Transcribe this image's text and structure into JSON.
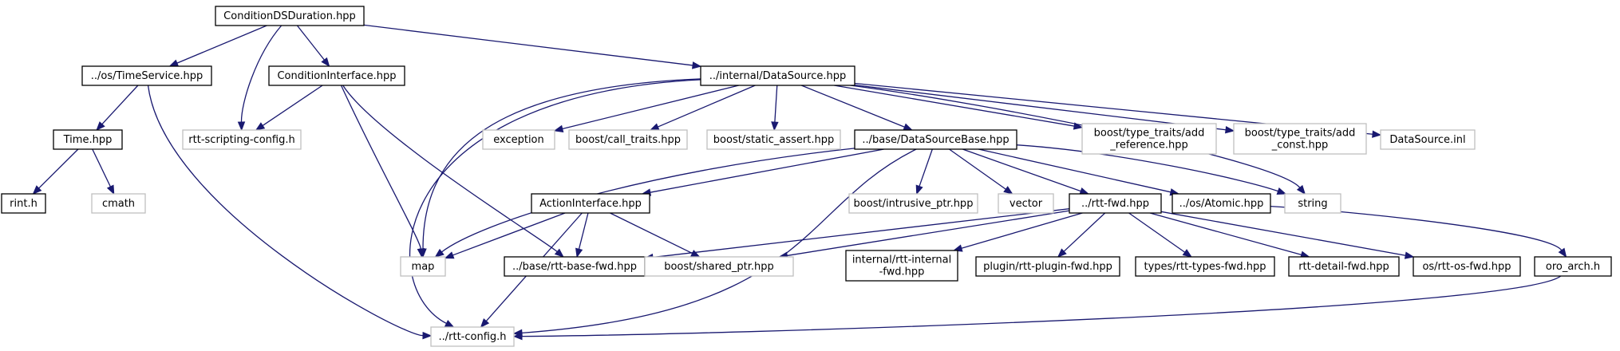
{
  "colors": {
    "edge": "#191970",
    "root_fill": "#bfbfbf",
    "documented_border": "#000000",
    "external_border": "#bfbfbf",
    "background": "#ffffff"
  },
  "nodes": [
    {
      "id": "conditiondsduration",
      "lines": [
        "ConditionDSDuration.hpp"
      ],
      "kind": "root"
    },
    {
      "id": "timeservice",
      "lines": [
        "../os/TimeService.hpp"
      ],
      "kind": "documented"
    },
    {
      "id": "conditioninterface",
      "lines": [
        "ConditionInterface.hpp"
      ],
      "kind": "documented"
    },
    {
      "id": "datasource",
      "lines": [
        "../internal/DataSource.hpp"
      ],
      "kind": "documented"
    },
    {
      "id": "time",
      "lines": [
        "Time.hpp"
      ],
      "kind": "documented"
    },
    {
      "id": "rtt-scripting-config",
      "lines": [
        "rtt-scripting-config.h"
      ],
      "kind": "external"
    },
    {
      "id": "exception",
      "lines": [
        "exception"
      ],
      "kind": "external"
    },
    {
      "id": "boost-call-traits",
      "lines": [
        "boost/call_traits.hpp"
      ],
      "kind": "external"
    },
    {
      "id": "boost-static-assert",
      "lines": [
        "boost/static_assert.hpp"
      ],
      "kind": "external"
    },
    {
      "id": "datasourcebase",
      "lines": [
        "../base/DataSourceBase.hpp"
      ],
      "kind": "documented"
    },
    {
      "id": "boost-add-reference",
      "lines": [
        "boost/type_traits/add",
        "_reference.hpp"
      ],
      "kind": "external"
    },
    {
      "id": "boost-add-const",
      "lines": [
        "boost/type_traits/add",
        "_const.hpp"
      ],
      "kind": "external"
    },
    {
      "id": "datasource-inl",
      "lines": [
        "DataSource.inl"
      ],
      "kind": "external"
    },
    {
      "id": "rint",
      "lines": [
        "rint.h"
      ],
      "kind": "documented"
    },
    {
      "id": "cmath",
      "lines": [
        "cmath"
      ],
      "kind": "external"
    },
    {
      "id": "actioninterface",
      "lines": [
        "ActionInterface.hpp"
      ],
      "kind": "documented"
    },
    {
      "id": "boost-intrusive-ptr",
      "lines": [
        "boost/intrusive_ptr.hpp"
      ],
      "kind": "external"
    },
    {
      "id": "vector",
      "lines": [
        "vector"
      ],
      "kind": "external"
    },
    {
      "id": "rtt-fwd",
      "lines": [
        "../rtt-fwd.hpp"
      ],
      "kind": "documented"
    },
    {
      "id": "atomic",
      "lines": [
        "../os/Atomic.hpp"
      ],
      "kind": "documented"
    },
    {
      "id": "string",
      "lines": [
        "string"
      ],
      "kind": "external"
    },
    {
      "id": "map",
      "lines": [
        "map"
      ],
      "kind": "external"
    },
    {
      "id": "rtt-base-fwd",
      "lines": [
        "../base/rtt-base-fwd.hpp"
      ],
      "kind": "documented"
    },
    {
      "id": "boost-shared-ptr",
      "lines": [
        "boost/shared_ptr.hpp"
      ],
      "kind": "external"
    },
    {
      "id": "rtt-internal-fwd",
      "lines": [
        "internal/rtt-internal",
        "-fwd.hpp"
      ],
      "kind": "documented"
    },
    {
      "id": "rtt-plugin-fwd",
      "lines": [
        "plugin/rtt-plugin-fwd.hpp"
      ],
      "kind": "documented"
    },
    {
      "id": "rtt-types-fwd",
      "lines": [
        "types/rtt-types-fwd.hpp"
      ],
      "kind": "documented"
    },
    {
      "id": "rtt-detail-fwd",
      "lines": [
        "rtt-detail-fwd.hpp"
      ],
      "kind": "documented"
    },
    {
      "id": "rtt-os-fwd",
      "lines": [
        "os/rtt-os-fwd.hpp"
      ],
      "kind": "documented"
    },
    {
      "id": "oro-arch",
      "lines": [
        "oro_arch.h"
      ],
      "kind": "documented"
    },
    {
      "id": "rtt-config",
      "lines": [
        "../rtt-config.h"
      ],
      "kind": "external"
    }
  ],
  "edges": [
    {
      "from": "conditiondsduration",
      "to": "timeservice"
    },
    {
      "from": "conditiondsduration",
      "to": "rtt-scripting-config"
    },
    {
      "from": "conditiondsduration",
      "to": "conditioninterface"
    },
    {
      "from": "conditiondsduration",
      "to": "datasource"
    },
    {
      "from": "timeservice",
      "to": "time"
    },
    {
      "from": "timeservice",
      "to": "rtt-config"
    },
    {
      "from": "time",
      "to": "rint"
    },
    {
      "from": "time",
      "to": "cmath"
    },
    {
      "from": "conditioninterface",
      "to": "rtt-scripting-config"
    },
    {
      "from": "conditioninterface",
      "to": "map"
    },
    {
      "from": "conditioninterface",
      "to": "rtt-base-fwd"
    },
    {
      "from": "datasource",
      "to": "rtt-config"
    },
    {
      "from": "datasource",
      "to": "map"
    },
    {
      "from": "datasource",
      "to": "exception"
    },
    {
      "from": "datasource",
      "to": "boost-call-traits"
    },
    {
      "from": "datasource",
      "to": "boost-static-assert"
    },
    {
      "from": "datasource",
      "to": "datasourcebase"
    },
    {
      "from": "datasource",
      "to": "boost-add-reference"
    },
    {
      "from": "datasource",
      "to": "boost-add-const"
    },
    {
      "from": "datasource",
      "to": "datasource-inl"
    },
    {
      "from": "datasource",
      "to": "string"
    },
    {
      "from": "datasourcebase",
      "to": "map"
    },
    {
      "from": "datasourcebase",
      "to": "actioninterface"
    },
    {
      "from": "datasourcebase",
      "to": "rtt-config"
    },
    {
      "from": "datasourcebase",
      "to": "boost-intrusive-ptr"
    },
    {
      "from": "datasourcebase",
      "to": "vector"
    },
    {
      "from": "datasourcebase",
      "to": "rtt-fwd"
    },
    {
      "from": "datasourcebase",
      "to": "atomic"
    },
    {
      "from": "datasourcebase",
      "to": "string"
    },
    {
      "from": "actioninterface",
      "to": "map"
    },
    {
      "from": "actioninterface",
      "to": "rtt-base-fwd"
    },
    {
      "from": "actioninterface",
      "to": "boost-shared-ptr"
    },
    {
      "from": "actioninterface",
      "to": "rtt-config"
    },
    {
      "from": "rtt-fwd",
      "to": "rtt-base-fwd"
    },
    {
      "from": "rtt-fwd",
      "to": "boost-shared-ptr"
    },
    {
      "from": "rtt-fwd",
      "to": "rtt-internal-fwd"
    },
    {
      "from": "rtt-fwd",
      "to": "rtt-plugin-fwd"
    },
    {
      "from": "rtt-fwd",
      "to": "rtt-types-fwd"
    },
    {
      "from": "rtt-fwd",
      "to": "rtt-detail-fwd"
    },
    {
      "from": "rtt-fwd",
      "to": "rtt-os-fwd"
    },
    {
      "from": "atomic",
      "to": "oro-arch"
    },
    {
      "from": "oro-arch",
      "to": "rtt-config"
    }
  ]
}
